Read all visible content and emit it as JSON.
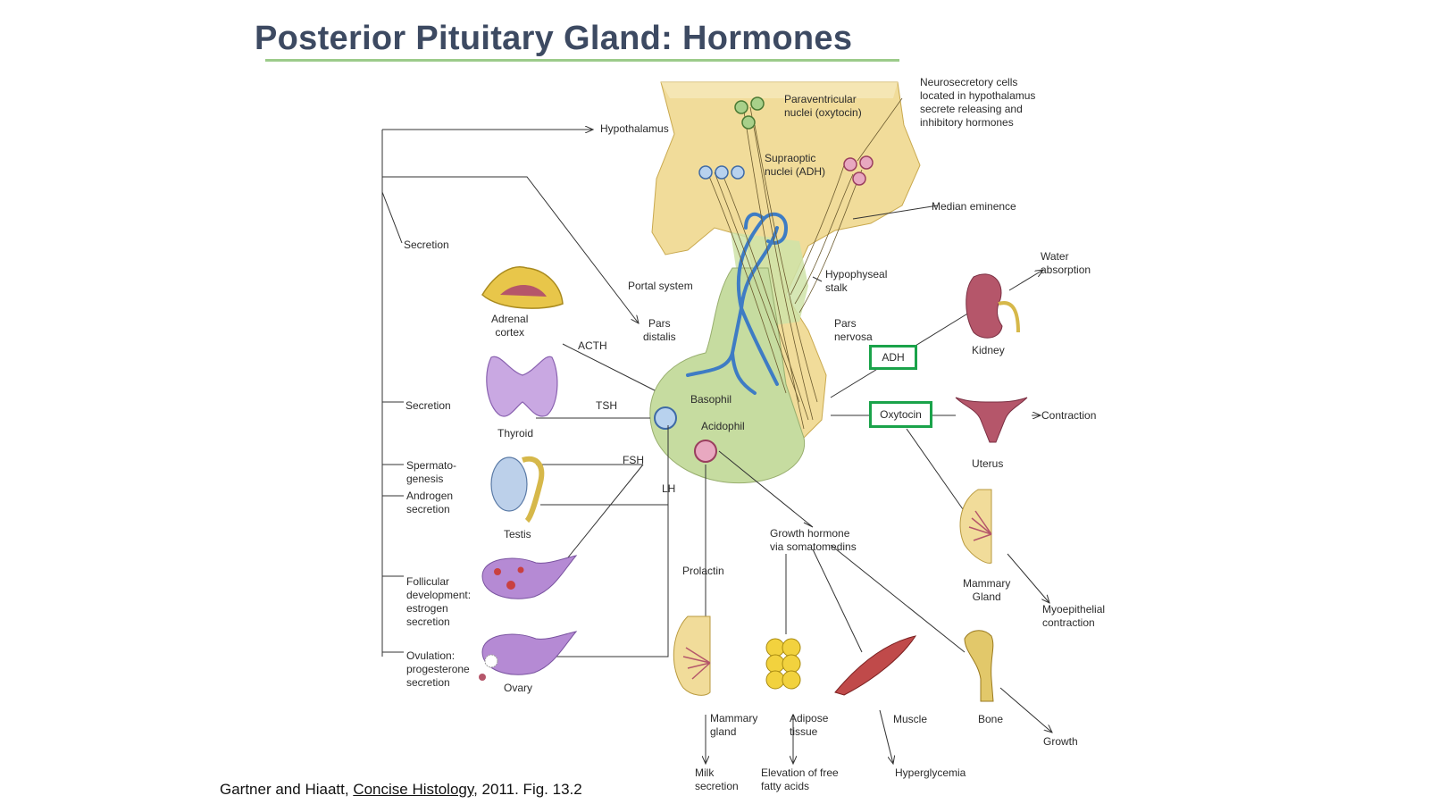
{
  "title": "Posterior Pituitary Gland: Hormones",
  "citation": {
    "authors": "Gartner and Hiaatt, ",
    "book": "Concise Histology",
    "rest": ", 2011. Fig. 13.2"
  },
  "labels": {
    "hypothalamus": "Hypothalamus",
    "paraventricular": "Paraventricular\nnuclei (oxytocin)",
    "supraoptic": "Supraoptic\nnuclei (ADH)",
    "neurosecretory": "Neurosecretory cells\nlocated in hypothalamus\nsecrete releasing and\ninhibitory hormones",
    "median_eminence": "Median eminence",
    "hypophyseal_stalk": "Hypophyseal\nstalk",
    "portal_system": "Portal system",
    "pars_distalis": "Pars\ndistalis",
    "pars_nervosa": "Pars\nnervosa",
    "basophil": "Basophil",
    "acidophil": "Acidophil",
    "secretion_top": "Secretion",
    "adrenal_cortex": "Adrenal\ncortex",
    "acth": "ACTH",
    "secretion_mid": "Secretion",
    "tsh": "TSH",
    "thyroid": "Thyroid",
    "fsh": "FSH",
    "lh": "LH",
    "spermatogenesis": "Spermato-\ngenesis",
    "androgen": "Androgen\nsecretion",
    "testis": "Testis",
    "follicular": "Follicular\ndevelopment:\nestrogen\nsecretion",
    "ovulation": "Ovulation:\nprogesterone\nsecretion",
    "ovary": "Ovary",
    "prolactin": "Prolactin",
    "growth_hormone": "Growth hormone\nvia somatomedins",
    "adh": "ADH",
    "oxytocin": "Oxytocin",
    "kidney": "Kidney",
    "water_absorption": "Water\nabsorption",
    "uterus": "Uterus",
    "contraction": "Contraction",
    "mammary_gland_right": "Mammary\nGland",
    "myoepithelial": "Myoepithelial\ncontraction",
    "mammary_gland_bottom": "Mammary\ngland",
    "milk_secretion": "Milk\nsecretion",
    "adipose_tissue": "Adipose\ntissue",
    "elevation_ffa": "Elevation of free\nfatty acids",
    "muscle": "Muscle",
    "hyperglycemia": "Hyperglycemia",
    "bone": "Bone",
    "growth": "Growth"
  },
  "colors": {
    "title": "#3d4a62",
    "title_rule": "#9ccb8a",
    "highlight_box": "#1aa34a",
    "neural_tissue": "#f1dc9a",
    "pars_distalis": "#c6dca0",
    "portal_vessels": "#3e7cc4",
    "organ_purple": "#b58ad4",
    "organ_pink": "#b5566a"
  }
}
